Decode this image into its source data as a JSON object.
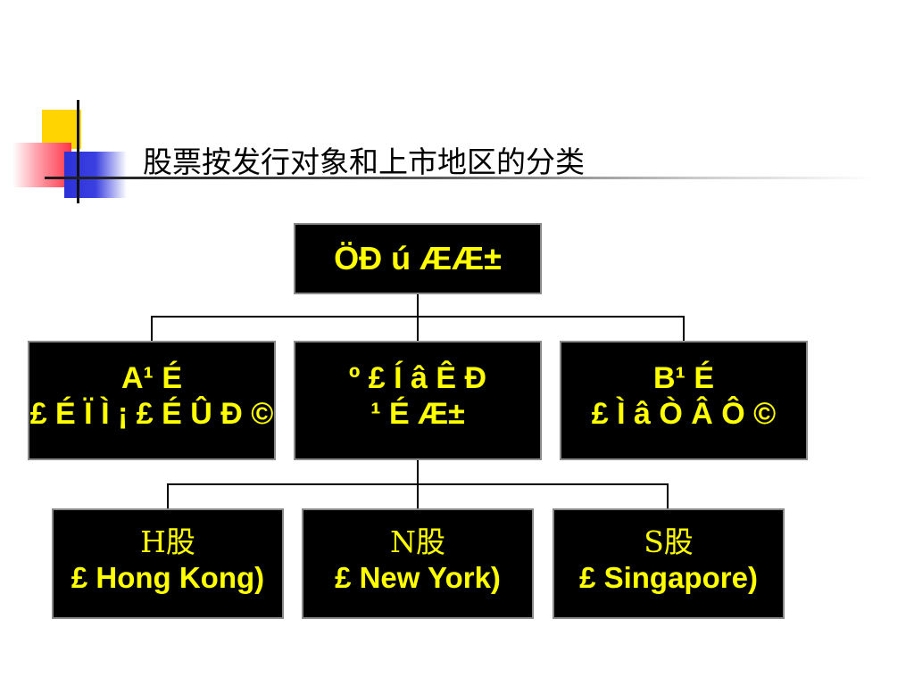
{
  "slide": {
    "title": "股票按发行对象和上市地区的分类"
  },
  "diagram": {
    "root": {
      "line1": "ÖÐ ú ÆÆ±"
    },
    "level2": [
      {
        "id": "a",
        "line1": "A¹ É",
        "line2": "£ É Ï Ì ¡ £ É Û Ð ©"
      },
      {
        "id": "mid",
        "line1": "º £ Í â Ê Ð",
        "line2": "¹ É Æ±"
      },
      {
        "id": "b",
        "line1": "B¹ É",
        "line2": "£ Ì â Ò Â Ô ©"
      }
    ],
    "level3": [
      {
        "id": "h",
        "line1": "H股",
        "line2": "£ Hong Kong)"
      },
      {
        "id": "n",
        "line1": "N股",
        "line2": "£ New York)"
      },
      {
        "id": "s",
        "line1": "S股",
        "line2": "£ Singapore)"
      }
    ],
    "colors": {
      "box_fill": "#000000",
      "box_text": "#ffff00",
      "box_border": "#8a8a8a"
    }
  }
}
